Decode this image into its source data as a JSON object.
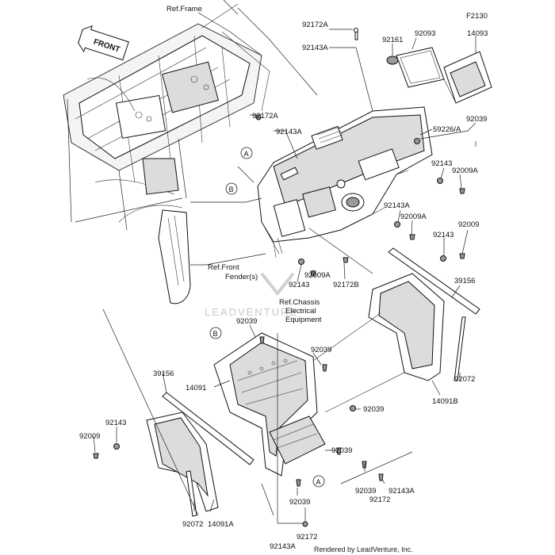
{
  "figure_code": "F2130",
  "front_arrow": "FRONT",
  "refs": {
    "frame": "Ref.Frame",
    "front_fender_1": "Ref.Front",
    "front_fender_2": "Fender(s)",
    "chassis_1": "Ref.Chassis",
    "chassis_2": "Electrical",
    "chassis_3": "Equipment"
  },
  "callouts": {
    "a": "A",
    "b": "B"
  },
  "parts": {
    "p92172a_top": "92172A",
    "p92143a_top": "92143A",
    "p92161": "92161",
    "p92093": "92093",
    "p14093": "14093",
    "p92172a_mid": "92172A",
    "p92143a_mid": "92143A",
    "p59226a": "59226/A",
    "p92039_r": "92039",
    "p92143_r": "92143",
    "p92009a_r": "92009A",
    "p92143a_c": "92143A",
    "p92009a_c": "92009A",
    "p92009_r": "92009",
    "p92143_r2": "92143",
    "p92143_bl": "92143",
    "p92009a_bl": "92009A",
    "p92172b": "92172B",
    "p39156_r": "39156",
    "p92039_b1": "92039",
    "p92039_b2": "92039",
    "p14091": "14091",
    "p39156_l": "39156",
    "p92039_b3": "92039",
    "p14091b": "14091B",
    "p92072_r": "92072",
    "p92143_l": "92143",
    "p92009_l": "92009",
    "p92039_b4": "92039",
    "p92039_b5": "92039",
    "p92172_b": "92172",
    "p92143a_b": "92143A",
    "p92039_b6": "92039",
    "p92072_l": "92072",
    "p14091a": "14091A",
    "p92172_bot": "92172",
    "p92143a_bot": "92143A"
  },
  "watermark": "LEADVENTURE",
  "footer": "Rendered by LeadVenture, Inc."
}
